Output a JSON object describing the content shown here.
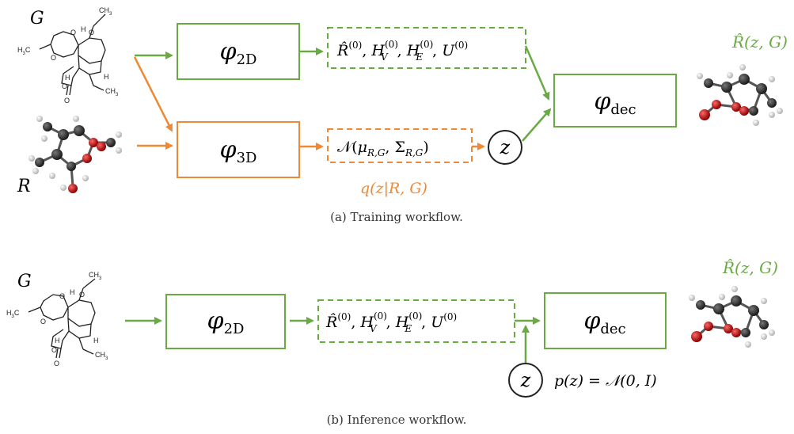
{
  "colors": {
    "green": "#6aaa45",
    "orange": "#ee8a35",
    "caption": "#333333",
    "atom_dark": "#222222",
    "atom_red": "#cc1a1a",
    "atom_white": "#dddddd"
  },
  "training": {
    "graph_label": "G",
    "conformer_label": "R",
    "phi2d": {
      "sym": "φ",
      "sub": "2D"
    },
    "phi3d": {
      "sym": "φ",
      "sub": "3D"
    },
    "phidec": {
      "sym": "φ",
      "sub": "dec"
    },
    "init_features": {
      "r_hat": "R̂",
      "r_sup": "(0)",
      "sep1": ", ",
      "h": "H",
      "hv_sub": "V",
      "hv_sup": "(0)",
      "sep2": ", ",
      "he_sub": "E",
      "he_sup": "(0)",
      "sep3": ", ",
      "u": "U",
      "u_sup": "(0)"
    },
    "gaussian": {
      "cal_n": "𝒩",
      "open": "(",
      "mu": "μ",
      "mu_sub": "R,G",
      "comma": ", ",
      "sigma": "Σ",
      "sigma_sub": "R,G",
      "close": ")"
    },
    "z": "z",
    "posterior": "q(z|R, G)",
    "output": "R̂(z, G)",
    "caption": "(a)  Training workflow."
  },
  "inference": {
    "graph_label": "G",
    "phi2d": {
      "sym": "φ",
      "sub": "2D"
    },
    "phidec": {
      "sym": "φ",
      "sub": "dec"
    },
    "init_features": {
      "r_hat": "R̂",
      "r_sup": "(0)",
      "sep1": ", ",
      "h": "H",
      "hv_sub": "V",
      "hv_sup": "(0)",
      "sep2": ", ",
      "he_sub": "E",
      "he_sup": "(0)",
      "sep3": ", ",
      "u": "U",
      "u_sup": "(0)"
    },
    "z": "z",
    "prior": "p(z) = 𝒩(0, I)",
    "output": "R̂(z, G)",
    "caption": "(b)  Inference workflow."
  },
  "molecule_labels": {
    "ch3": "CH",
    "ch3_sub": "3",
    "h3c": "H",
    "h3c_sub": "3",
    "h3c_c": "C",
    "h": "H",
    "o": "O"
  }
}
